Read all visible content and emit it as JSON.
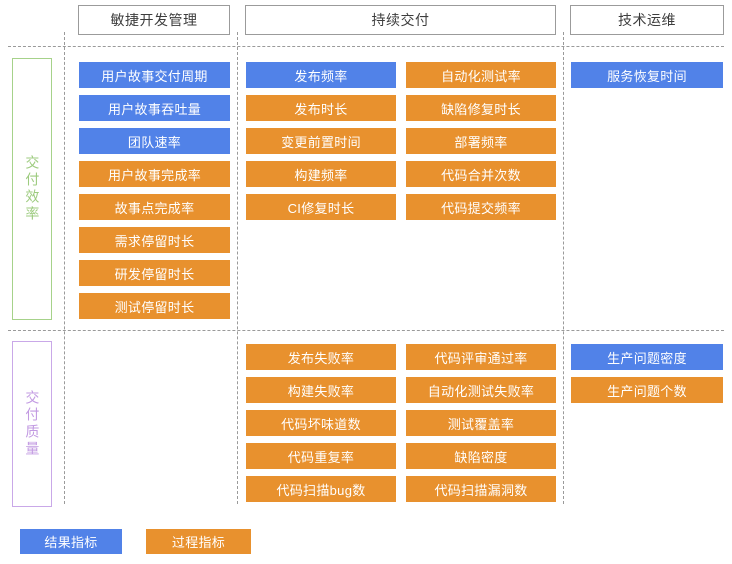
{
  "legend": {
    "items": [
      {
        "label": "结果指标",
        "kind": "result",
        "color": "#5182e8"
      },
      {
        "label": "过程指标",
        "kind": "process",
        "color": "#e8912e"
      }
    ]
  },
  "columns": [
    {
      "id": "agile",
      "title": "敏捷开发管理"
    },
    {
      "id": "cd",
      "title": "持续交付"
    },
    {
      "id": "ops",
      "title": "技术运维"
    }
  ],
  "rows": [
    {
      "id": "efficiency",
      "label": "交付效率",
      "color": "#9dcb7f"
    },
    {
      "id": "quality",
      "label": "交付质量",
      "color": "#c29ae2"
    }
  ],
  "cells": {
    "efficiency": {
      "agile": [
        {
          "label": "用户故事交付周期",
          "kind": "result"
        },
        {
          "label": "用户故事吞吐量",
          "kind": "result"
        },
        {
          "label": "团队速率",
          "kind": "result"
        },
        {
          "label": "用户故事完成率",
          "kind": "process"
        },
        {
          "label": "故事点完成率",
          "kind": "process"
        },
        {
          "label": "需求停留时长",
          "kind": "process"
        },
        {
          "label": "研发停留时长",
          "kind": "process"
        },
        {
          "label": "测试停留时长",
          "kind": "process"
        }
      ],
      "cd_a": [
        {
          "label": "发布频率",
          "kind": "result"
        },
        {
          "label": "发布时长",
          "kind": "process"
        },
        {
          "label": "变更前置时间",
          "kind": "process"
        },
        {
          "label": "构建频率",
          "kind": "process"
        },
        {
          "label": "CI修复时长",
          "kind": "process"
        }
      ],
      "cd_b": [
        {
          "label": "自动化测试率",
          "kind": "process"
        },
        {
          "label": "缺陷修复时长",
          "kind": "process"
        },
        {
          "label": "部署频率",
          "kind": "process"
        },
        {
          "label": "代码合并次数",
          "kind": "process"
        },
        {
          "label": "代码提交频率",
          "kind": "process"
        }
      ],
      "ops": [
        {
          "label": "服务恢复时间",
          "kind": "result"
        }
      ]
    },
    "quality": {
      "agile": [],
      "cd_a": [
        {
          "label": "发布失败率",
          "kind": "process"
        },
        {
          "label": "构建失败率",
          "kind": "process"
        },
        {
          "label": "代码坏味道数",
          "kind": "process"
        },
        {
          "label": "代码重复率",
          "kind": "process"
        },
        {
          "label": "代码扫描bug数",
          "kind": "process"
        }
      ],
      "cd_b": [
        {
          "label": "代码评审通过率",
          "kind": "process"
        },
        {
          "label": "自动化测试失败率",
          "kind": "process"
        },
        {
          "label": "测试覆盖率",
          "kind": "process"
        },
        {
          "label": "缺陷密度",
          "kind": "process"
        },
        {
          "label": "代码扫描漏洞数",
          "kind": "process"
        }
      ],
      "ops": [
        {
          "label": "生产问题密度",
          "kind": "result"
        },
        {
          "label": "生产问题个数",
          "kind": "process"
        }
      ]
    }
  }
}
